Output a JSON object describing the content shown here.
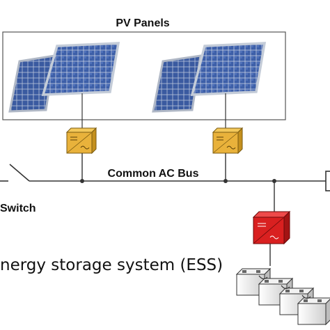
{
  "diagram": {
    "title": "PV Panels",
    "bus_label": "Common AC Bus",
    "switch_label": "Switch",
    "ess_label": "nergy storage system (ESS)"
  },
  "colors": {
    "panel_cell": "#3d5fa8",
    "panel_cell_dark": "#2a4585",
    "panel_frame": "#9aa5b5",
    "inverter_fill": "#e9b23b",
    "ess_inverter_fill": "#d92020",
    "line": "#333333"
  },
  "icons": [
    "solar-panel-icon",
    "inverter-icon",
    "battery-icon",
    "switch-icon"
  ]
}
